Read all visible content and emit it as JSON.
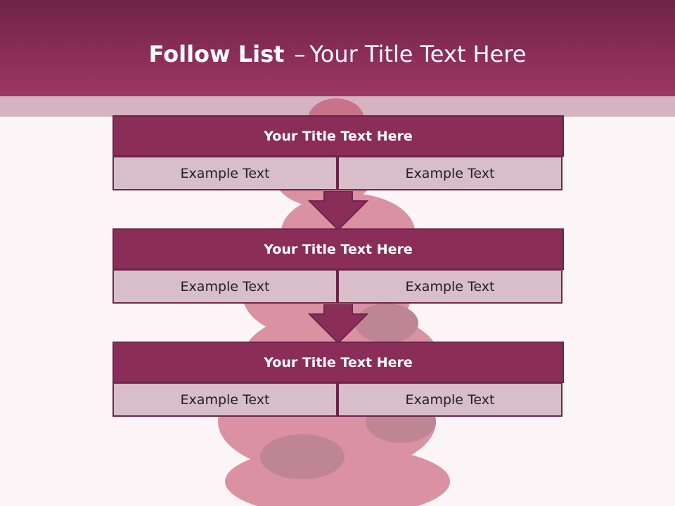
{
  "slide": {
    "title_strong": "Follow List",
    "title_sep": "–",
    "title_rest": "Your Title Text Here"
  },
  "blocks": [
    {
      "title": "Your Title Text Here",
      "left": "Example Text",
      "right": "Example Text"
    },
    {
      "title": "Your Title Text Here",
      "left": "Example Text",
      "right": "Example Text"
    },
    {
      "title": "Your Title Text Here",
      "left": "Example Text",
      "right": "Example Text"
    }
  ],
  "colors": {
    "header_dark": "#6e2449",
    "accent": "#8a2d58",
    "cell_fill": "#d8bec9",
    "background": "#fbf5f7"
  }
}
